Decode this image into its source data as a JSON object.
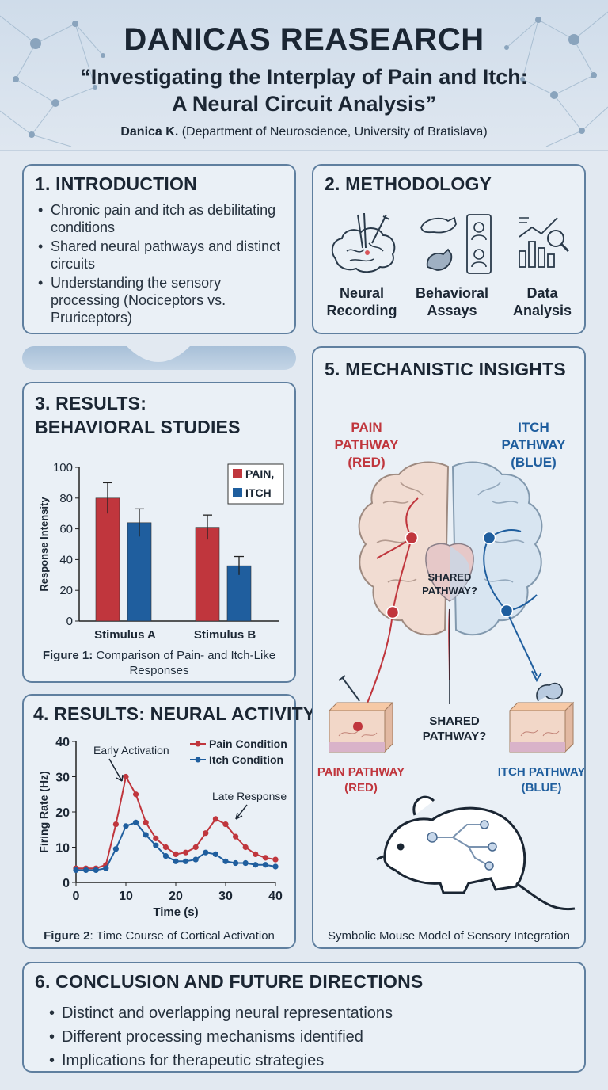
{
  "header": {
    "title": "DANICAS REASEARCH",
    "subtitle_line1": "“Investigating the Interplay of Pain and Itch:",
    "subtitle_line2": "A Neural Circuit Analysis”",
    "author_name": "Danica K.",
    "author_affil": "(Department of Neuroscience, University of Bratislava)"
  },
  "intro": {
    "title": "1. INTRODUCTION",
    "bullets": [
      "Chronic pain and itch as debilitating conditions",
      "Shared neural pathways and distinct circuits",
      "Understanding the sensory processing (Nociceptors vs. Pruriceptors)"
    ]
  },
  "methodology": {
    "title": "2. METHODOLOGY",
    "items": [
      {
        "line1": "Neural",
        "line2": "Recording",
        "icon": "brain-electrode-icon"
      },
      {
        "line1": "Behavioral",
        "line2": "Assays",
        "icon": "mouse-assay-icon"
      },
      {
        "line1": "Data",
        "line2": "Analysis",
        "icon": "chart-magnifier-icon"
      }
    ]
  },
  "behavioral": {
    "title_line1": "3. RESULTS:",
    "title_line2": "BEHAVIORAL STUDIES",
    "caption_bold": "Figure 1:",
    "caption_rest": "Comparison of Pain- and Itch-Like Responses"
  },
  "neural": {
    "title": "4. RESULTS: NEURAL ACTIVITY",
    "caption_bold": "Figure 2",
    "caption_rest": ": Time Course of Cortical Activation"
  },
  "mechanistic": {
    "title": "5. MECHANISTIC INSIGHTS",
    "pain_label": [
      "PAIN",
      "PATHWAY",
      "(RED)"
    ],
    "itch_label": [
      "ITCH",
      "PATHWAY",
      "(BLUE)"
    ],
    "shared_center": [
      "SHARED",
      "PATHWAY?"
    ],
    "shared_lower": [
      "SHARED",
      "PATHWAY?"
    ],
    "pain_lower": [
      "PAIN PATHWAY",
      "(RED)"
    ],
    "itch_lower": [
      "ITCH PATHWAY",
      "(BLUE)"
    ],
    "caption": "Symbolic Mouse Model of Sensory Integration"
  },
  "conclusion": {
    "title": "6. CONCLUSION AND FUTURE DIRECTIONS",
    "bullets": [
      "Distinct and overlapping neural representations",
      "Different processing mechanisms identified",
      "Implications for therapeutic strategies"
    ]
  },
  "colors": {
    "pain": "#c0363d",
    "itch": "#1f5e9e",
    "pain_light": "#d9555a",
    "itch_light": "#3474b4"
  },
  "chart_data": [
    {
      "type": "bar",
      "categories": [
        "Stimulus A",
        "Stimulus B"
      ],
      "series": [
        {
          "name": "PAIN,",
          "values": [
            80,
            61
          ],
          "errors": [
            10,
            8
          ]
        },
        {
          "name": "ITCH",
          "values": [
            64,
            36
          ],
          "errors": [
            9,
            6
          ]
        }
      ],
      "xlabel": "",
      "ylabel": "Response Intensity",
      "ylim": [
        0,
        100
      ],
      "yticks": [
        0,
        20,
        40,
        60,
        80,
        100
      ],
      "legend": "top-right"
    },
    {
      "type": "line",
      "x": [
        0,
        2,
        4,
        6,
        8,
        10,
        12,
        14,
        16,
        18,
        20,
        22,
        24,
        26,
        28,
        30,
        32,
        34,
        36,
        38,
        40
      ],
      "series": [
        {
          "name": "Pain Condition",
          "values": [
            4,
            4,
            4,
            5,
            16.5,
            30,
            25,
            17,
            12.5,
            10,
            8,
            8.5,
            10,
            14,
            18,
            16.5,
            13,
            10,
            8,
            7,
            6.5
          ]
        },
        {
          "name": "Itch Condition",
          "values": [
            3.5,
            3.5,
            3.5,
            4,
            9.5,
            16,
            17,
            13.5,
            10.5,
            7.5,
            6,
            6,
            6.5,
            8.5,
            8,
            6,
            5.5,
            5.5,
            5,
            5,
            4.5
          ]
        }
      ],
      "xlabel": "Time (s)",
      "ylabel": "Firing Rate (Hz)",
      "xlim": [
        0,
        40
      ],
      "ylim": [
        0,
        40
      ],
      "xticks": [
        0,
        10,
        20,
        30,
        40
      ],
      "yticks": [
        0,
        10,
        20,
        30,
        40
      ],
      "annotations": [
        "Early Activation",
        "Late Response"
      ],
      "legend": "top-right"
    }
  ]
}
